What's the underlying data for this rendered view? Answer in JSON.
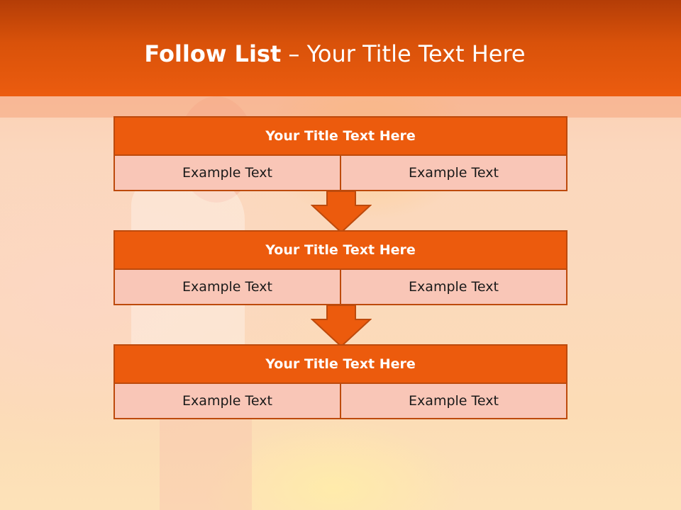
{
  "slide": {
    "title_bold": "Follow List",
    "title_rest": " – Your Title Text Here"
  },
  "steps": [
    {
      "title": "Your Title Text Here",
      "left": "Example Text",
      "right": "Example Text"
    },
    {
      "title": "Your Title Text Here",
      "left": "Example Text",
      "right": "Example Text"
    },
    {
      "title": "Your Title Text Here",
      "left": "Example Text",
      "right": "Example Text"
    }
  ],
  "colors": {
    "header": "#ec5c0f",
    "box_title": "#ec5b0d",
    "box_cell": "#f9c6b7",
    "border": "#bd4a0c"
  }
}
